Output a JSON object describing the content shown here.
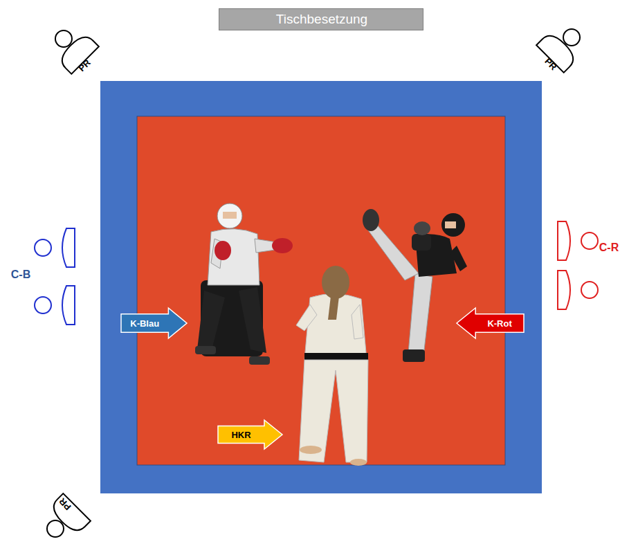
{
  "diagram": {
    "nodes": [
      {
        "text": [
          "Tischbesetzung"
        ]
      },
      {
        "text": [
          "K-Blau"
        ]
      },
      {
        "text": [
          "K-Rot"
        ]
      },
      {
        "text": [
          "HKR"
        ]
      }
    ],
    "labels": [
      "PR",
      "PR",
      "PR",
      "C-B",
      "C-R"
    ]
  }
}
